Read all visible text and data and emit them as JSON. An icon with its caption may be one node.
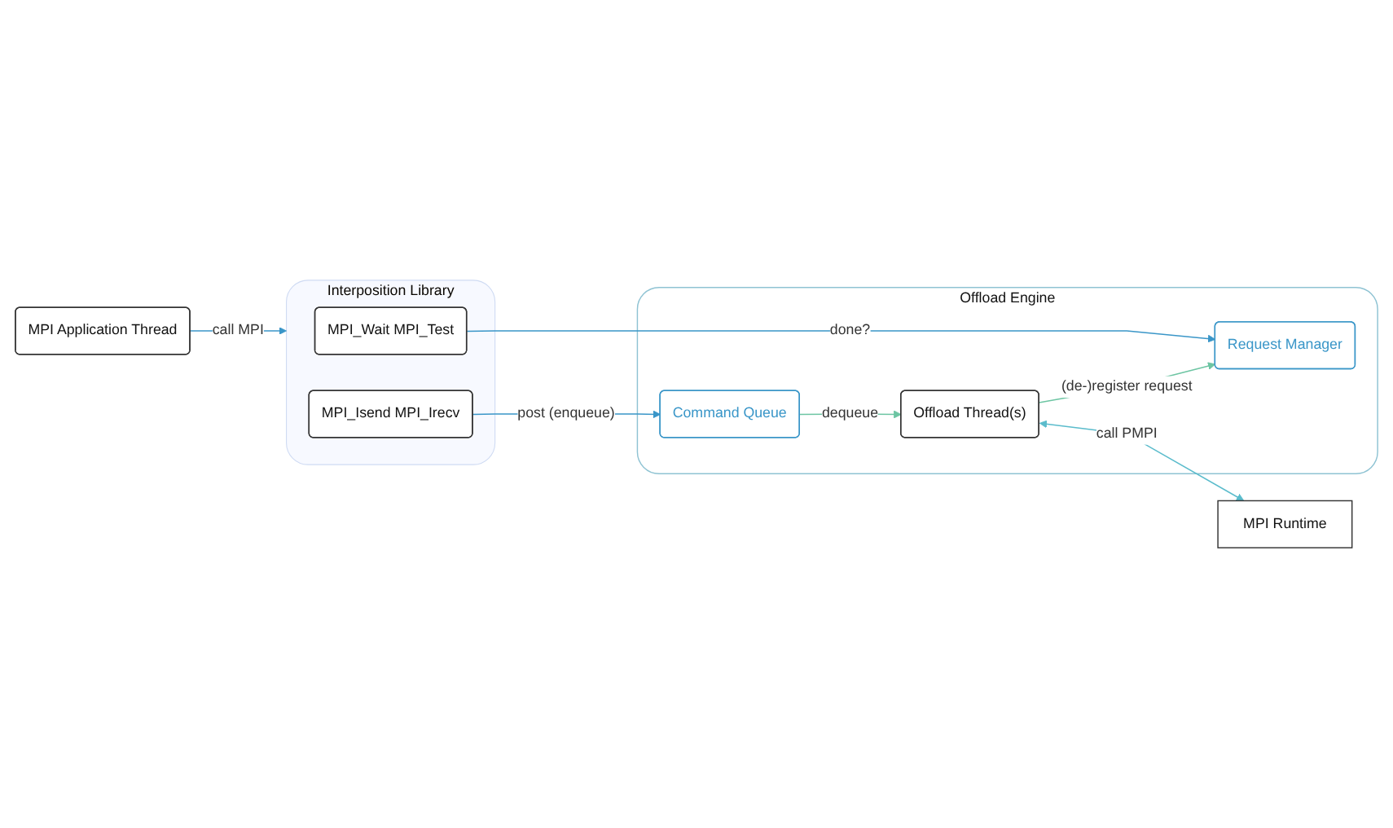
{
  "diagram": {
    "nodes": [
      {
        "text": [
          "MPI Application Thread"
        ]
      },
      {
        "text": [
          "Interposition Library"
        ]
      },
      {
        "text": [
          "MPI_Wait MPI_Test"
        ],
        "in": 1
      },
      {
        "text": [
          "MPI_Isend MPI_Irecv"
        ],
        "in": 1
      },
      {
        "text": [
          "Offload Engine"
        ]
      },
      {
        "text": [
          "Request Manager"
        ],
        "in": 4
      },
      {
        "text": [
          "Command Queue"
        ],
        "in": 4
      },
      {
        "text": [
          "Offload Thread(s)"
        ],
        "in": 4
      },
      {
        "text": [
          "MPI Runtime"
        ]
      }
    ],
    "edges": [
      {
        "from": 0,
        "to": 1,
        "arrow": "to",
        "label": "call MPI"
      },
      {
        "from": 2,
        "to": 5,
        "arrow": "to",
        "label": "done?"
      },
      {
        "from": 3,
        "to": 6,
        "arrow": "to",
        "label": "post (enqueue)"
      },
      {
        "from": 6,
        "to": 7,
        "arrow": "to",
        "label": "dequeue",
        "color": "#6dc5a3"
      },
      {
        "from": 7,
        "to": 5,
        "arrow": "to",
        "label": "(de-)register request",
        "color": "#6dc5a3"
      },
      {
        "from": 7,
        "to": 8,
        "arrow": "both",
        "label": "call PMPI",
        "color": "#5bbccc"
      }
    ]
  }
}
